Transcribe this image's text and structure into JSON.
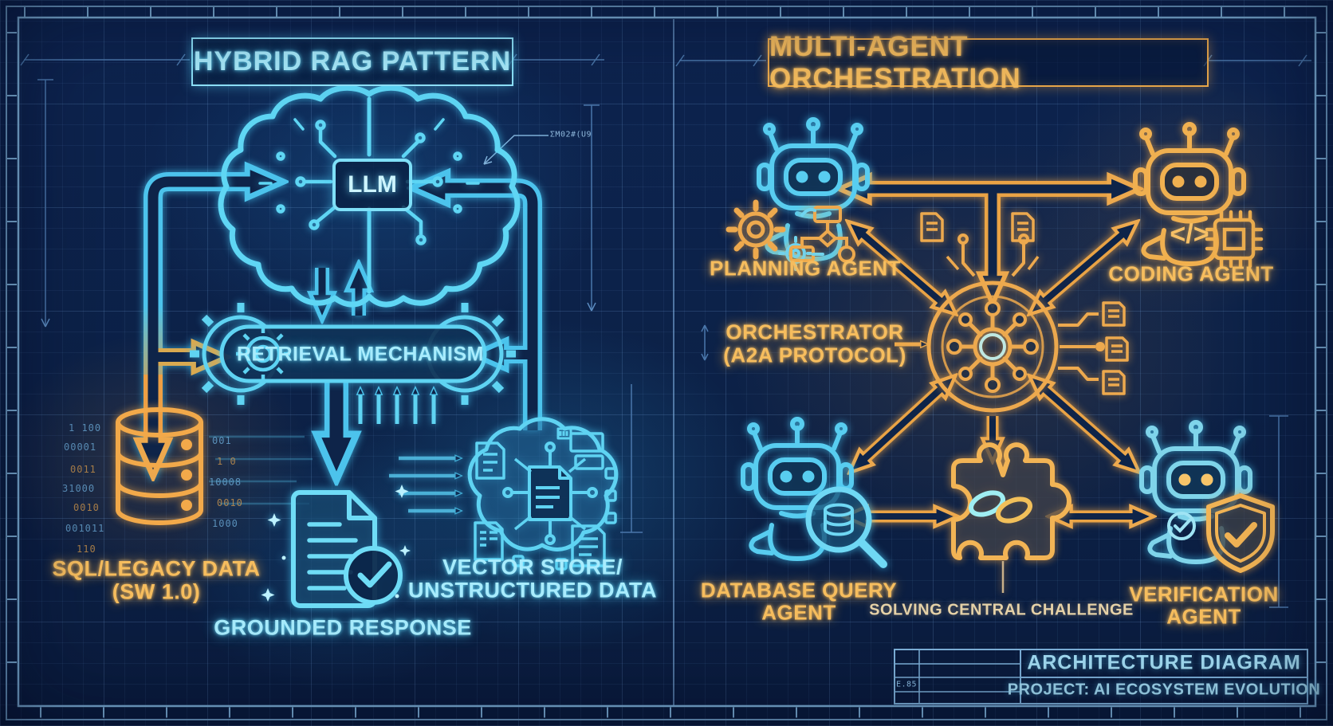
{
  "left_panel": {
    "title": "HYBRID RAG PATTERN",
    "llm_label": "LLM",
    "retrieval_label": "RETRIEVAL MECHANISM",
    "sql_label_line1": "SQL/LEGACY DATA",
    "sql_label_line2": "(SW 1.0)",
    "vector_label_line1": "VECTOR STORE/",
    "vector_label_line2": "UNSTRUCTURED DATA",
    "grounded_label": "GROUNDED RESPONSE",
    "annotation": "ΣM02#(U9",
    "binary_noise": [
      "1 100",
      "00001",
      "0011",
      "31000",
      "0010",
      "001011",
      "110",
      "001",
      "1 0",
      "10008",
      "0010",
      "1000"
    ]
  },
  "right_panel": {
    "title": "MULTI-AGENT ORCHESTRATION",
    "planning_label": "PLANNING AGENT",
    "coding_label": "CODING AGENT",
    "coding_glyph": "</>",
    "orchestrator_line1": "ORCHESTRATOR",
    "orchestrator_line2": "(A2A PROTOCOL)",
    "db_label_line1": "DATABASE QUERY",
    "db_label_line2": "AGENT",
    "verification_line1": "VERIFICATION",
    "verification_line2": "AGENT",
    "challenge_label": "SOLVING CENTRAL CHALLENGE"
  },
  "title_block": {
    "title": "ARCHITECTURE DIAGRAM",
    "project": "PROJECT: AI ECOSYSTEM EVOLUTION",
    "ref": "E.85"
  },
  "colors": {
    "cyan": "#5fd3f2",
    "orange": "#f2a94a",
    "background": "#0c2147"
  }
}
